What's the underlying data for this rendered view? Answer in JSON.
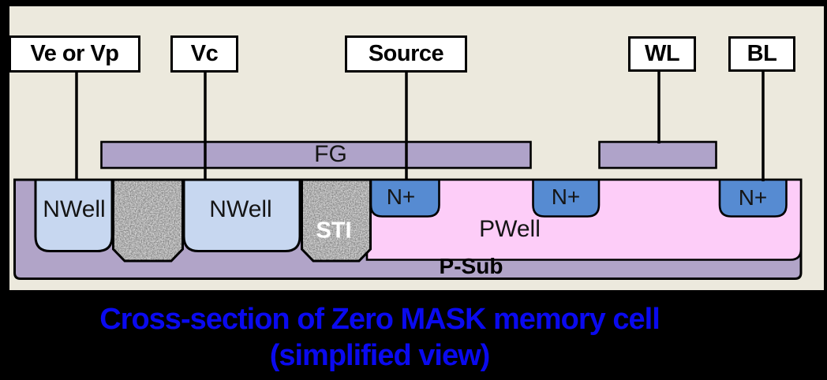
{
  "terminals": [
    {
      "id": "ve_vp",
      "label": "Ve or Vp"
    },
    {
      "id": "vc",
      "label": "Vc"
    },
    {
      "id": "source",
      "label": "Source"
    },
    {
      "id": "wl",
      "label": "WL"
    },
    {
      "id": "bl",
      "label": "BL"
    }
  ],
  "regions": {
    "fg": "FG",
    "nwell_left": "NWell",
    "nwell_mid": "NWell",
    "sti": "STI",
    "nplus_source": "N+",
    "nplus_mid": "N+",
    "nplus_bl": "N+",
    "pwell": "PWell",
    "psub": "P-Sub"
  },
  "caption": {
    "line1": "Cross-section of Zero MASK memory cell",
    "line2": "(simplified view)"
  },
  "colors": {
    "background": "#000000",
    "panel": "#ECE9DD",
    "gate_purple": "#AFA3C9",
    "psub_purple": "#B1A4C8",
    "nwell_blue": "#C7D7F0",
    "nplus_blue": "#568BD2",
    "pwell_pink": "#FDCDF8",
    "sti_gray": "#D6D6D6",
    "outline": "#000000",
    "caption_blue": "#0A0AEF"
  }
}
